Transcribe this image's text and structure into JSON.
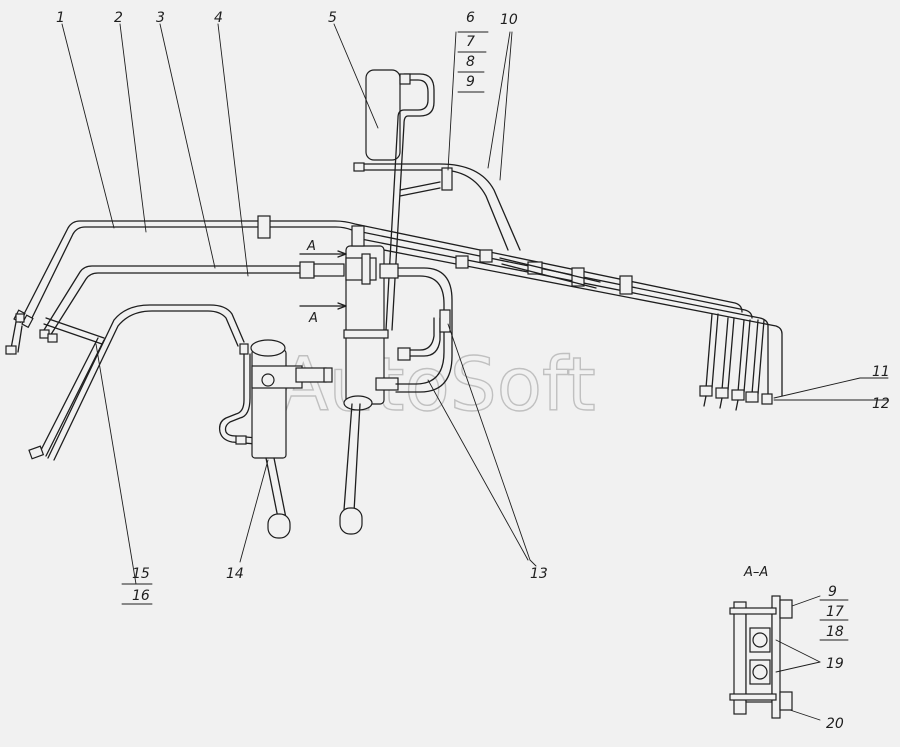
{
  "watermark": "AutoSoft",
  "callouts": {
    "c1": "1",
    "c2": "2",
    "c3": "3",
    "c4": "4",
    "c5": "5",
    "c6": "6",
    "c7": "7",
    "c8": "8",
    "c9": "9",
    "c10": "10",
    "c11": "11",
    "c12": "12",
    "c13": "13",
    "c14": "14",
    "c15": "15",
    "c16": "16"
  },
  "section_marks": {
    "upper": "A",
    "lower": "A"
  },
  "section_view": {
    "title": "A–A",
    "c9": "9",
    "c17": "17",
    "c18": "18",
    "c19": "19",
    "c20": "20"
  }
}
